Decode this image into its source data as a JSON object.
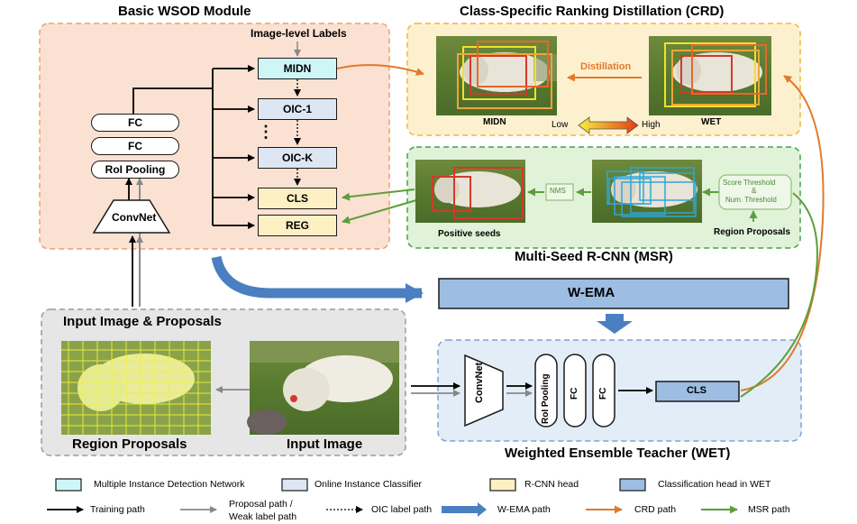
{
  "titles": {
    "basic": "Basic WSOD Module",
    "crd": "Class-Specific Ranking Distillation (CRD)",
    "msr": "Multi-Seed R-CNN (MSR)",
    "wet": "Weighted Ensemble Teacher (WET)",
    "input": "Input Image & Proposals"
  },
  "basic": {
    "image_labels": "Image-level Labels",
    "midn": "MIDN",
    "oic1": "OIC-1",
    "dots": "⋮",
    "oick": "OIC-K",
    "cls": "CLS",
    "reg": "REG",
    "fc1": "FC",
    "fc2": "FC",
    "roi_pooling": "RoI Pooling",
    "convnet": "ConvNet"
  },
  "crd": {
    "midn_label": "MIDN",
    "wet_label": "WET",
    "distillation": "Distillation",
    "low": "Low",
    "high": "High"
  },
  "msr": {
    "positive_seeds": "Positive seeds",
    "nms": "NMS",
    "region_proposals": "Region Proposals",
    "score_threshold_line1": "Score Threshold",
    "score_threshold_line2": "&",
    "score_threshold_line3": "Num. Threshold"
  },
  "wema": "W-EMA",
  "wet": {
    "convnet": "ConvNet",
    "roi_pooling": "RoI Pooling",
    "fc1": "FC",
    "fc2": "FC",
    "cls": "CLS"
  },
  "input": {
    "region_proposals": "Region Proposals",
    "input_image": "Input Image"
  },
  "legend": {
    "row1": [
      {
        "label": "Multiple Instance Detection Network",
        "color": "#cff6f6"
      },
      {
        "label": "Online Instance Classifier",
        "color": "#dde6f3"
      },
      {
        "label": "R-CNN head",
        "color": "#fdf1c4"
      },
      {
        "label": "Classification head in WET",
        "color": "#9dbde2"
      }
    ],
    "row2": [
      {
        "label": "Training path",
        "style": "solid-black"
      },
      {
        "label": "Proposal path /",
        "label2": "Weak label path",
        "style": "solid-gray"
      },
      {
        "label": "OIC label path",
        "style": "dotted-black"
      },
      {
        "label": "W-EMA path",
        "style": "thick-blue"
      },
      {
        "label": "CRD path",
        "style": "orange"
      },
      {
        "label": "MSR path",
        "style": "green"
      }
    ]
  },
  "colors": {
    "basic_bg": "#fbe1d2",
    "crd_bg": "#fdf0cf",
    "msr_bg": "#e0f2d8",
    "wet_bg": "#e3edf8",
    "input_bg": "#e6e6e6",
    "wema": "#9dbde2",
    "orange": "#e07a2c",
    "green": "#5c9e3c",
    "blue_arrow": "#4a7fc1"
  }
}
